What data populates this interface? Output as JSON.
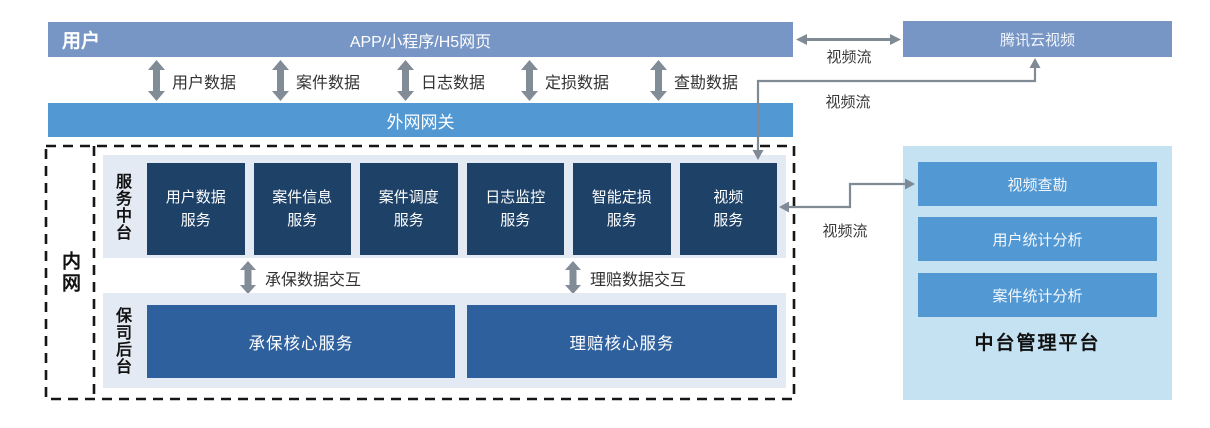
{
  "colors": {
    "bar_muted": "#7796c6",
    "bar_blue": "#5298d3",
    "navy_box": "#1d4167",
    "core_blue": "#2f609e",
    "panel_light": "#e3eaf4",
    "mgmt_panel_bg": "#c5e2f3",
    "arrow_gray": "#828c97",
    "line_gray": "#7f8a94"
  },
  "top": {
    "user_label": "用户",
    "app_bar_label": "APP/小程序/H5网页",
    "tencent_label": "腾讯云视频",
    "video_stream_top": "视频流",
    "video_stream_mid": "视频流"
  },
  "data_flows": [
    "用户数据",
    "案件数据",
    "日志数据",
    "定损数据",
    "查勘数据"
  ],
  "gateway": {
    "label": "外网网关"
  },
  "intranet": {
    "label": "内网",
    "service_platform_label": "服务中台",
    "services": [
      "用户数据\n服务",
      "案件信息\n服务",
      "案件调度\n服务",
      "日志监控\n服务",
      "智能定损\n服务",
      "视频\n服务"
    ],
    "interactions": [
      "承保数据交互",
      "理赔数据交互"
    ],
    "backend_label": "保司后台",
    "backend_services": [
      "承保核心服务",
      "理赔核心服务"
    ]
  },
  "mgmt": {
    "items": [
      "视频查勘",
      "用户统计分析",
      "案件统计分析"
    ],
    "title": "中台管理平台",
    "video_stream_label": "视频流"
  }
}
